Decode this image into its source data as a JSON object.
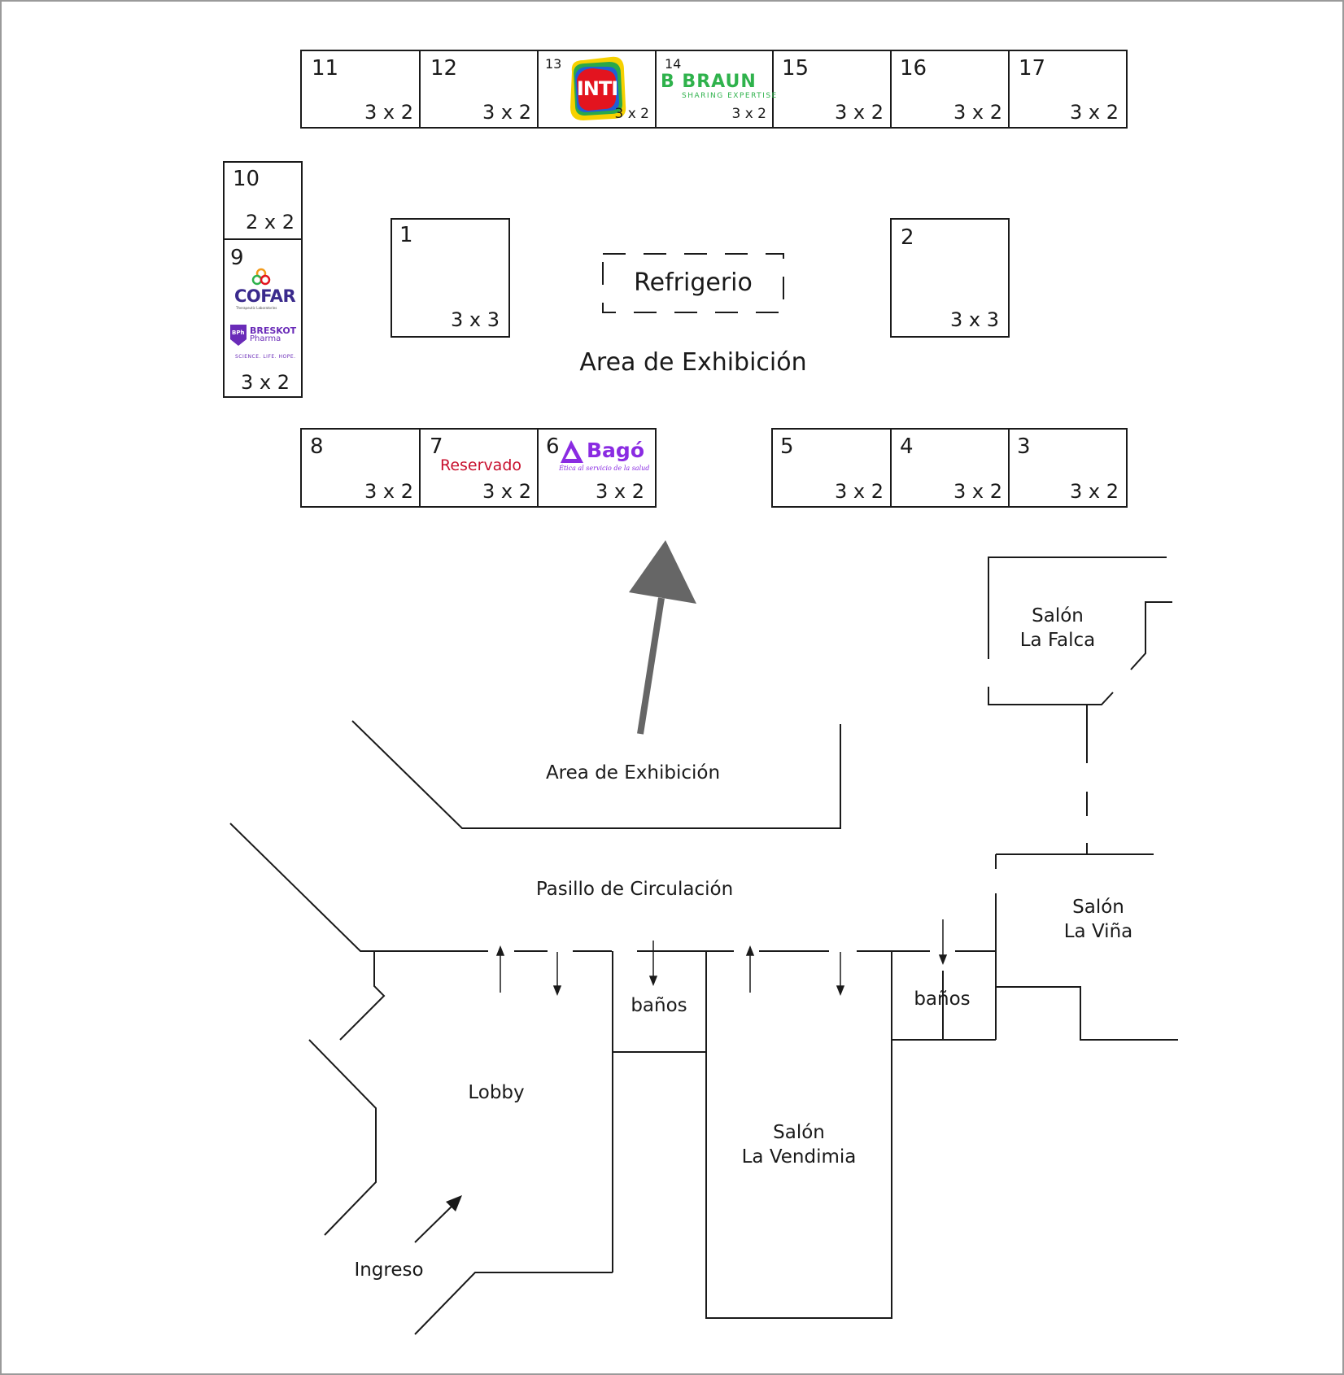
{
  "booths": {
    "b1": {
      "num": "1",
      "dim": "3 x 3"
    },
    "b2": {
      "num": "2",
      "dim": "3 x 3"
    },
    "b3": {
      "num": "3",
      "dim": "3 x 2"
    },
    "b4": {
      "num": "4",
      "dim": "3 x 2"
    },
    "b5": {
      "num": "5",
      "dim": "3 x 2"
    },
    "b6": {
      "num": "6",
      "dim": "3 x 2"
    },
    "b7": {
      "num": "7",
      "dim": "3 x 2",
      "note": "Reservado"
    },
    "b8": {
      "num": "8",
      "dim": "3 x 2"
    },
    "b9": {
      "num": "9",
      "dim": "3 x 2"
    },
    "b10": {
      "num": "10",
      "dim": "2 x 2"
    },
    "b11": {
      "num": "11",
      "dim": "3 x 2"
    },
    "b12": {
      "num": "12",
      "dim": "3 x 2"
    },
    "b13": {
      "num": "13",
      "dim": "3 x 2"
    },
    "b14": {
      "num": "14",
      "dim": "3 x 2"
    },
    "b15": {
      "num": "15",
      "dim": "3 x 2"
    },
    "b16": {
      "num": "16",
      "dim": "3 x 2"
    },
    "b17": {
      "num": "17",
      "dim": "3 x 2"
    }
  },
  "logos": {
    "inti": {
      "text": "INTI"
    },
    "braun": {
      "name": "B BRAUN",
      "tagline": "SHARING EXPERTISE"
    },
    "cofar": {
      "name": "COFAR",
      "sub": "Therapeutic Laboratories"
    },
    "breskot": {
      "badge": "BPh",
      "name": "BRESKOT",
      "name2": "Pharma",
      "tagline": "SCIENCE. LIFE. HOPE."
    },
    "bago": {
      "name": "Bagó",
      "tagline": "Ética al servicio de la salud"
    }
  },
  "labels": {
    "refrigerio": "Refrigerio",
    "area_exhibicion_top": "Area de Exhibición",
    "area_exhibicion_bottom": "Area de Exhibición",
    "pasillo": "Pasillo de Circulación",
    "lobby": "Lobby",
    "ingreso": "Ingreso",
    "banos_1": "baños",
    "banos_2": "baños",
    "salon_falca_1": "Salón",
    "salon_falca_2": "La Falca",
    "salon_vina_1": "Salón",
    "salon_vina_2": "La Viña",
    "salon_vendimia_1": "Salón",
    "salon_vendimia_2": "La Vendimia"
  },
  "colors": {
    "line": "#1a1a1a",
    "arrow_gray": "#666666",
    "reserved_red": "#c8102e",
    "braun_green": "#2fb24c",
    "cofar_blue": "#3a2a8c",
    "breskot_purple": "#6a2bb8",
    "bago_purple": "#8a2be2",
    "inti_red": "#e3141f"
  }
}
